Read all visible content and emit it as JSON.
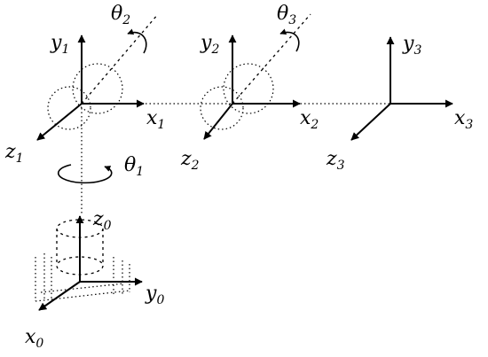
{
  "frames": [
    {
      "id": "frame-0",
      "x": {
        "main": "x",
        "sub": "0"
      },
      "y": {
        "main": "y",
        "sub": "0"
      },
      "z": {
        "main": "z",
        "sub": "0"
      }
    },
    {
      "id": "frame-1",
      "x": {
        "main": "x",
        "sub": "1"
      },
      "y": {
        "main": "y",
        "sub": "1"
      },
      "z": {
        "main": "z",
        "sub": "1"
      }
    },
    {
      "id": "frame-2",
      "x": {
        "main": "x",
        "sub": "2"
      },
      "y": {
        "main": "y",
        "sub": "2"
      },
      "z": {
        "main": "z",
        "sub": "2"
      }
    },
    {
      "id": "frame-3",
      "x": {
        "main": "x",
        "sub": "3"
      },
      "y": {
        "main": "y",
        "sub": "3"
      },
      "z": {
        "main": "z",
        "sub": "3"
      }
    }
  ],
  "joints": [
    {
      "id": "theta-1",
      "main": "θ",
      "sub": "1"
    },
    {
      "id": "theta-2",
      "main": "θ",
      "sub": "2"
    },
    {
      "id": "theta-3",
      "main": "θ",
      "sub": "3"
    }
  ]
}
